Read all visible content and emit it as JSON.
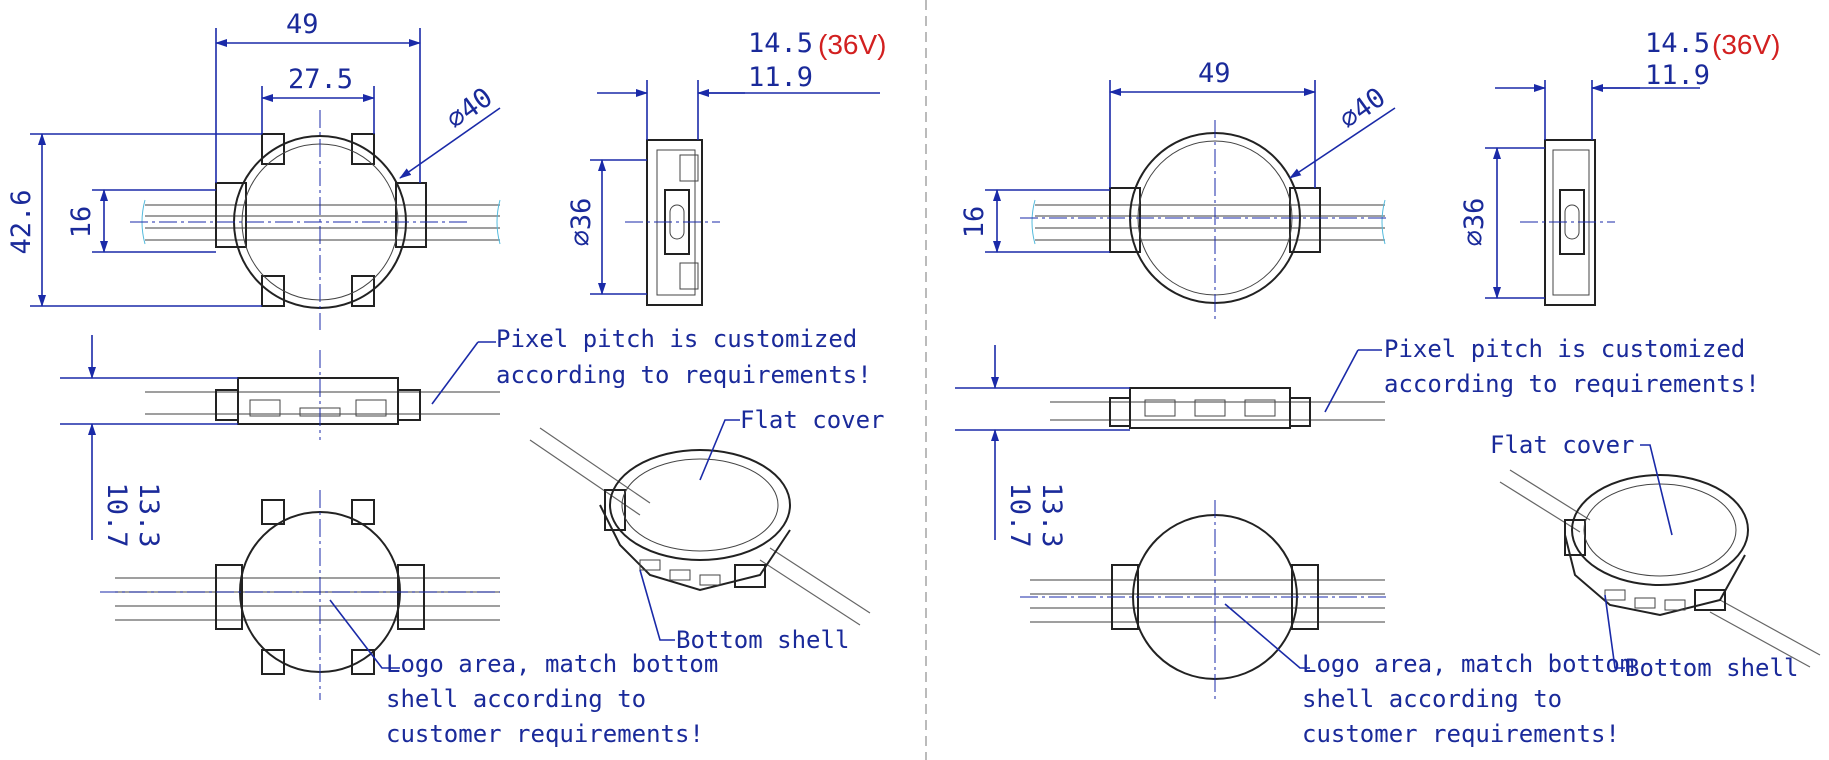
{
  "left_panel": {
    "dims": {
      "overall_width": "49",
      "tab_width": "27.5",
      "diameter_40": "⌀40",
      "overall_height": "42.6",
      "tab_height": "16",
      "diameter_36": "⌀36",
      "depth_total": "14.5",
      "depth_36v": "(36V)",
      "depth_body": "11.9",
      "side_h1": "13.3",
      "side_h2": "10.7"
    },
    "notes": {
      "pixel_pitch_1": "Pixel pitch is customized",
      "pixel_pitch_2": "according to requirements!",
      "flat_cover": "Flat cover",
      "bottom_shell": "Bottom shell",
      "logo_1": "Logo area, match bottom",
      "logo_2": "shell according to",
      "logo_3": "customer requirements!"
    }
  },
  "right_panel": {
    "dims": {
      "overall_width": "49",
      "diameter_40": "⌀40",
      "tab_height": "16",
      "diameter_36": "⌀36",
      "depth_total": "14.5",
      "depth_36v": "(36V)",
      "depth_body": "11.9",
      "side_h1": "13.3",
      "side_h2": "10.7"
    },
    "notes": {
      "pixel_pitch_1": "Pixel pitch is customized",
      "pixel_pitch_2": "according to requirements!",
      "flat_cover": "Flat cover",
      "bottom_shell": "Bottom shell",
      "logo_1": "Logo area, match bottom",
      "logo_2": "shell according to",
      "logo_3": "customer requirements!"
    }
  }
}
